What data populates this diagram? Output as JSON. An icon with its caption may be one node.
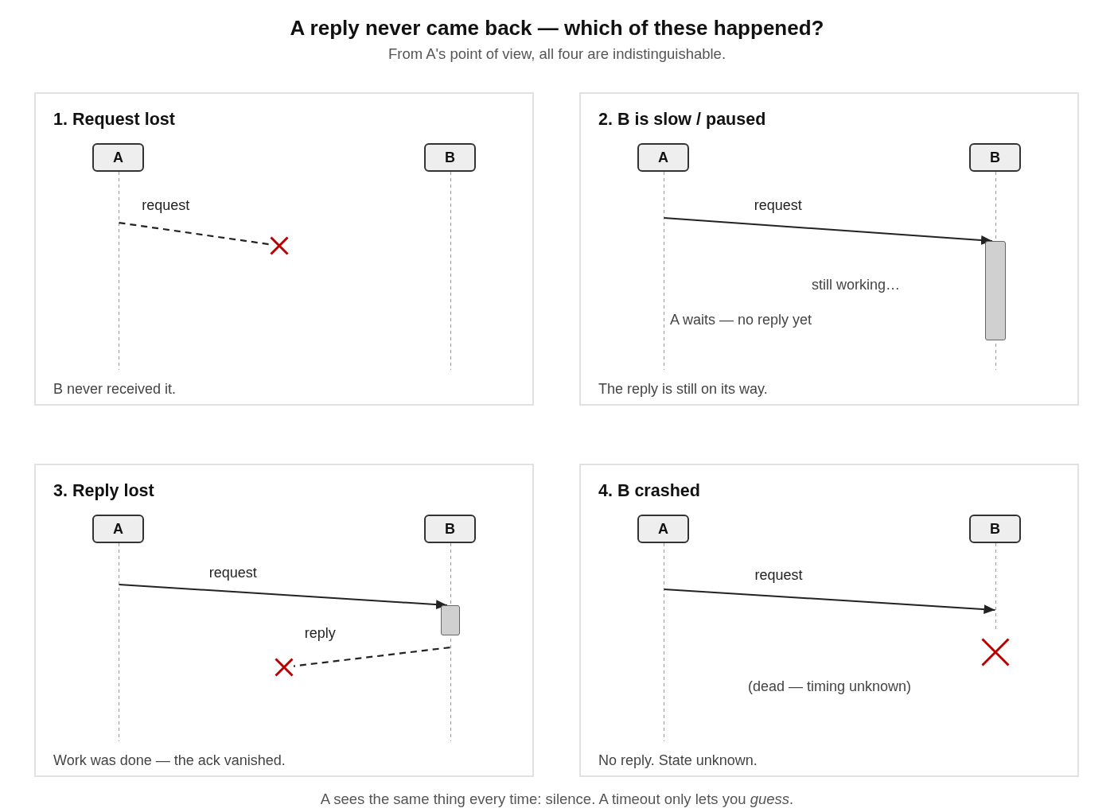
{
  "diagram": {
    "title": "A reply never came back — which of these happened?",
    "caption": "A sees the same thing every time: silence. A timeout only lets you *guess*.",
    "nodes": [
      {
        "text": [
          "1. Request lost",
          "B never received it."
        ]
      },
      {
        "text": [
          "A"
        ],
        "in": 0
      },
      {
        "text": [],
        "shape": "line",
        "in": 0
      },
      {
        "text": [
          "B"
        ],
        "in": 0
      },
      {
        "text": [],
        "shape": "line",
        "in": 0
      },
      {
        "text": [],
        "shape": "cross",
        "in": 0
      },
      {
        "text": [
          "2. B is slow / paused",
          "The reply is still on its way."
        ]
      },
      {
        "text": [
          "A"
        ],
        "in": 6
      },
      {
        "text": [],
        "shape": "line",
        "in": 6,
        "beside": [
          "A waits — no reply yet"
        ]
      },
      {
        "text": [
          "B"
        ],
        "in": 6
      },
      {
        "text": [],
        "shape": "line",
        "in": 6
      },
      {
        "text": [],
        "shape": "bar",
        "in": 6
      },
      {
        "text": [
          "3. Reply lost",
          "Work was done — the ack vanished."
        ]
      },
      {
        "text": [
          "A"
        ],
        "in": 12
      },
      {
        "text": [],
        "shape": "line",
        "in": 12
      },
      {
        "text": [
          "B"
        ],
        "in": 12
      },
      {
        "text": [],
        "shape": "line",
        "in": 12
      },
      {
        "text": [],
        "shape": "bar",
        "in": 12
      },
      {
        "text": [],
        "shape": "cross",
        "in": 12
      },
      {
        "text": [
          "4. B crashed",
          "No reply. State unknown."
        ]
      },
      {
        "text": [
          "A"
        ],
        "in": 19
      },
      {
        "text": [],
        "shape": "line",
        "in": 19
      },
      {
        "text": [
          "B"
        ],
        "in": 19
      },
      {
        "text": [],
        "shape": "line",
        "in": 19
      },
      {
        "text": [],
        "shape": "cross",
        "in": 19
      }
    ],
    "edges": [
      {
        "from": 2,
        "to": 5,
        "arrow": "none",
        "style": "dashed",
        "label": "request"
      },
      {
        "from": 8,
        "to": 11,
        "arrow": "to",
        "label": "request"
      },
      {
        "from": 14,
        "to": 17,
        "arrow": "to",
        "label": "request"
      },
      {
        "from": 16,
        "to": 18,
        "arrow": "none",
        "style": "dashed",
        "label": "reply"
      },
      {
        "from": 21,
        "to": 23,
        "arrow": "to",
        "label": "request"
      }
    ],
    "labels": [
      "From A's point of view, all four are indistinguishable.",
      "still working…",
      "(dead — timing unknown)"
    ]
  }
}
